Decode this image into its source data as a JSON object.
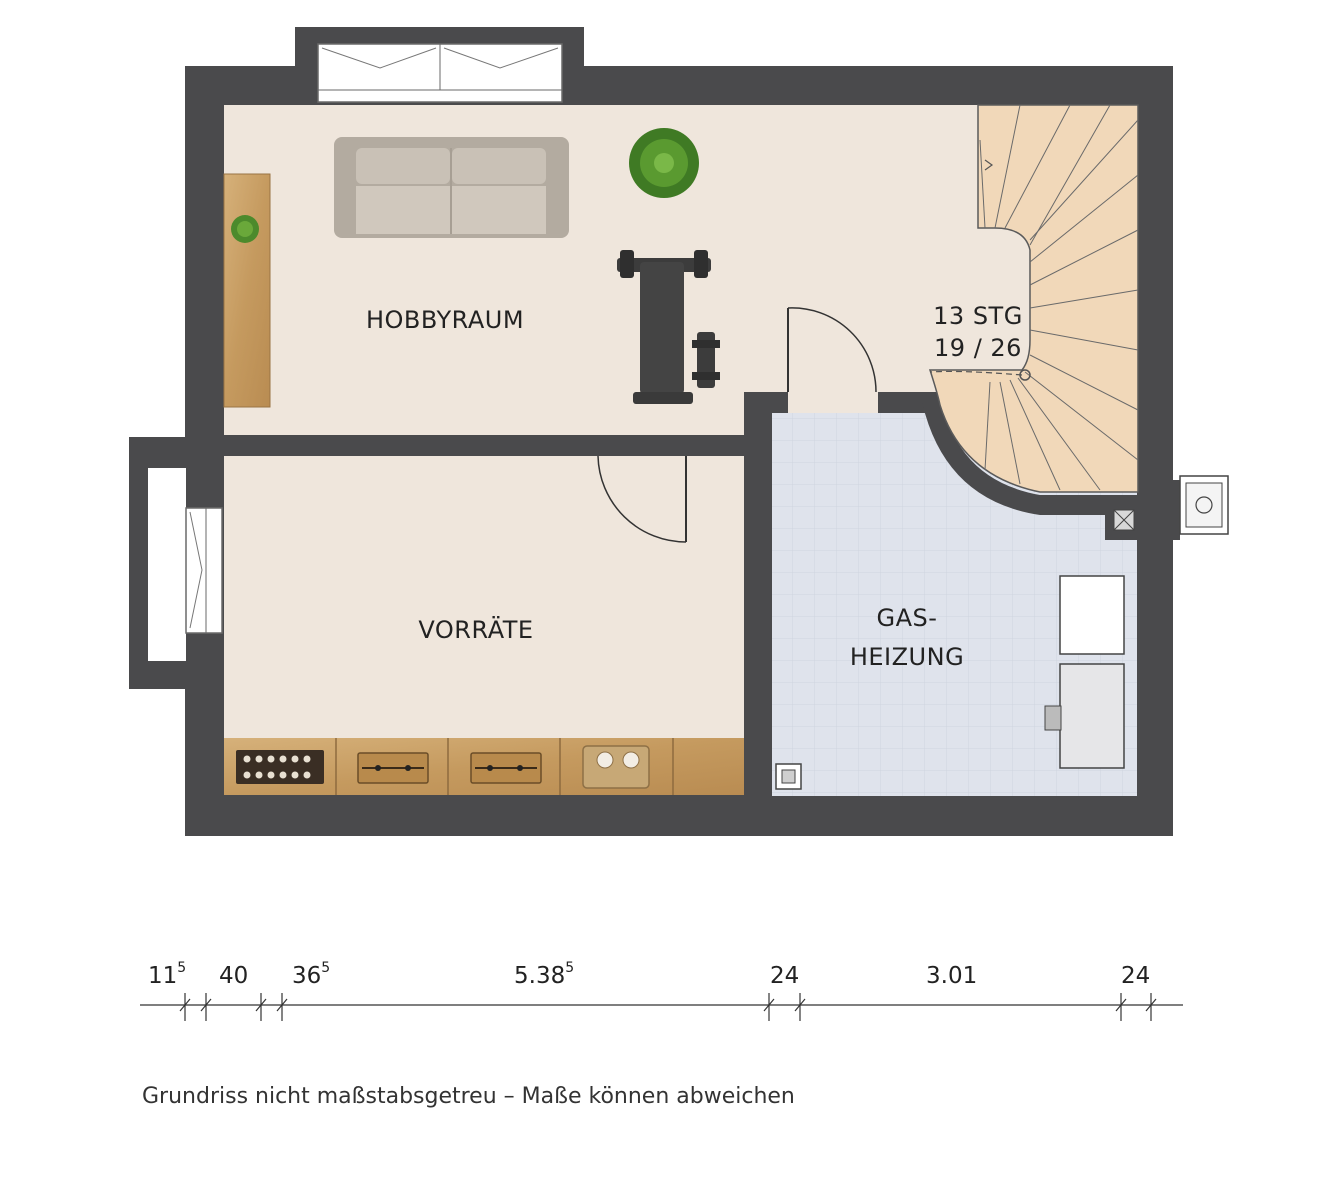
{
  "rooms": {
    "hobbyraum": "HOBBYRAUM",
    "vorraete": "VORRÄTE",
    "gasheizung_line1": "GAS-",
    "gasheizung_line2": "HEIZUNG"
  },
  "stairs": {
    "steps": "13 STG",
    "ratio": "19 / 26"
  },
  "dimensions": [
    {
      "value": "11",
      "sup": "5"
    },
    {
      "value": "40",
      "sup": ""
    },
    {
      "value": "36",
      "sup": "5"
    },
    {
      "value": "5.38",
      "sup": "5"
    },
    {
      "value": "24",
      "sup": ""
    },
    {
      "value": "3.01",
      "sup": ""
    },
    {
      "value": "24",
      "sup": ""
    }
  ],
  "disclaimer": "Grundriss nicht maßstabsgetreu – Maße können abweichen",
  "colors": {
    "wall": "#4a4a4c",
    "floor_warm": "#efe6dc",
    "floor_tile": "#dfe3ec",
    "stair": "#f1d8b9",
    "wood": "#c9a46a"
  },
  "icons": [
    "sofa-icon",
    "plant-icon",
    "weight-bench-icon",
    "dumbbell-icon",
    "shelf-icon",
    "crate-icon",
    "bottle-rack-icon",
    "basket-icon",
    "boiler-icon",
    "drain-icon",
    "chimney-icon",
    "meter-icon",
    "window-icon",
    "door-icon",
    "staircase-icon"
  ]
}
